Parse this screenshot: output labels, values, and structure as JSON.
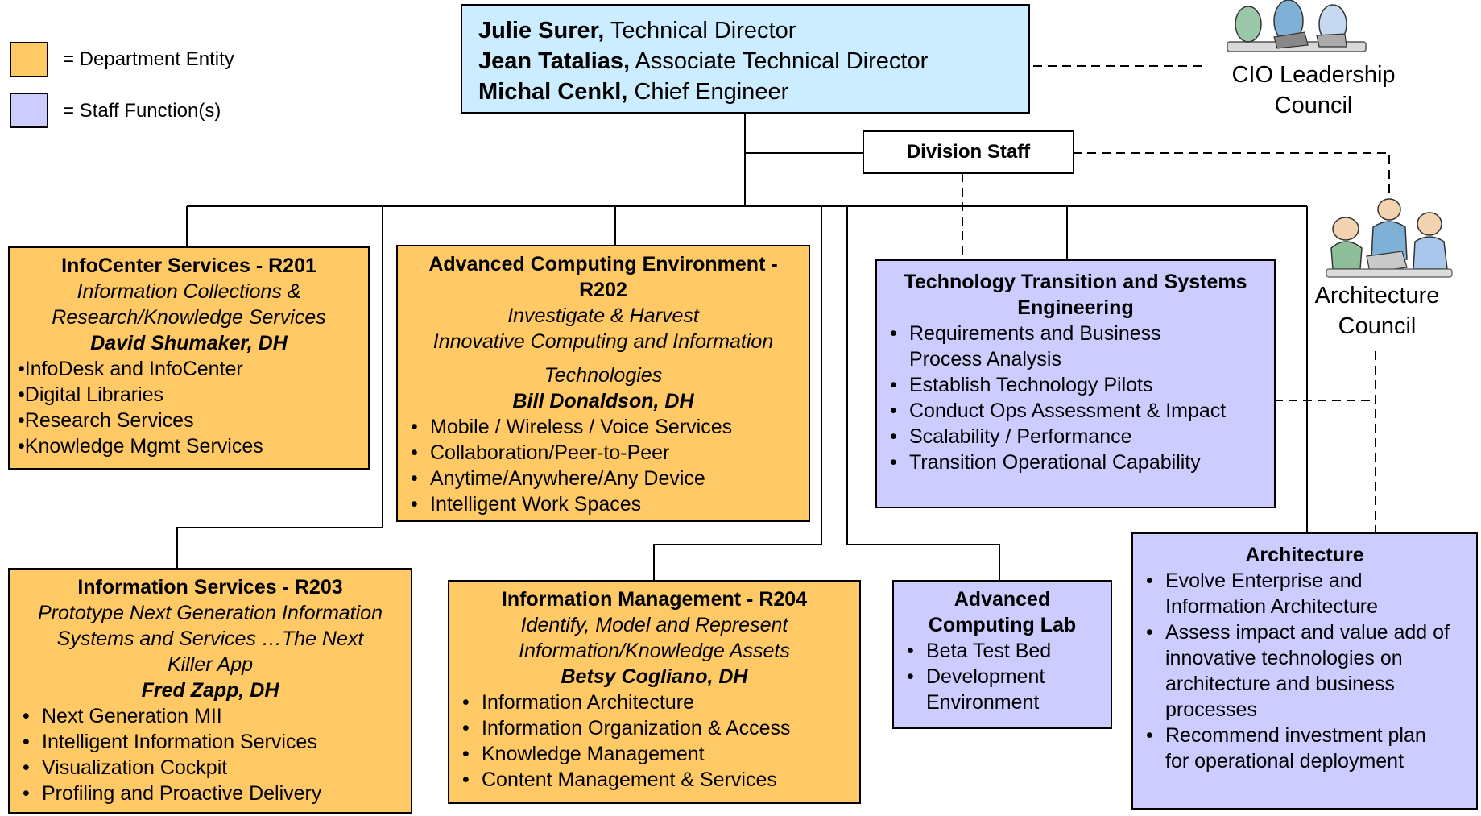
{
  "legend": [
    {
      "label": "= Department Entity",
      "color": "#FFC966"
    },
    {
      "label": "= Staff Function(s)",
      "color": "#CCCCFF"
    }
  ],
  "director": {
    "lines": [
      {
        "name": "Julie Surer,",
        "role": " Technical Director"
      },
      {
        "name": "Jean Tatalias,",
        "role": " Associate Technical Director"
      },
      {
        "name": "Michal Cenkl,",
        "role": " Chief Engineer"
      }
    ]
  },
  "division_staff": "Division Staff",
  "cio_council": {
    "line1": "CIO Leadership",
    "line2": "Council",
    "icon": "meeting-people-icon"
  },
  "arch_council": {
    "line1": "Architecture",
    "line2": "Council",
    "icon": "meeting-people-icon"
  },
  "r201": {
    "title": "InfoCenter Services - R201",
    "sub1": "Information Collections &",
    "sub2": "Research/Knowledge Services",
    "head": "David Shumaker, DH",
    "items": [
      "InfoDesk and InfoCenter",
      "Digital Libraries",
      "Research Services",
      "Knowledge Mgmt Services"
    ]
  },
  "r202": {
    "title1": "Advanced Computing Environment -",
    "title2": "R202",
    "sub1": "Investigate & Harvest",
    "sub2": "Innovative Computing and Information",
    "sub3": "Technologies",
    "head": "Bill Donaldson, DH",
    "items": [
      "Mobile / Wireless / Voice Services",
      "Collaboration/Peer-to-Peer",
      "Anytime/Anywhere/Any Device",
      "Intelligent Work Spaces"
    ]
  },
  "tt": {
    "title1": "Technology Transition and Systems",
    "title2": "Engineering",
    "items": [
      "Requirements and Business Process Analysis",
      "Establish Technology Pilots",
      "Conduct Ops Assessment & Impact",
      "Scalability / Performance",
      "Transition Operational Capability"
    ]
  },
  "r203": {
    "title": "Information Services - R203",
    "sub1": "Prototype Next Generation Information",
    "sub2": "Systems and Services …The Next",
    "sub3": "Killer App",
    "head": "Fred Zapp, DH",
    "items": [
      "Next Generation MII",
      "Intelligent Information Services",
      "Visualization Cockpit",
      "Profiling and Proactive Delivery"
    ]
  },
  "r204": {
    "title": "Information Management - R204",
    "sub1": "Identify, Model and Represent",
    "sub2": "Information/Knowledge Assets",
    "head": "Betsy Cogliano, DH",
    "items": [
      "Information Architecture",
      "Information Organization & Access",
      "Knowledge Management",
      "Content Management & Services"
    ]
  },
  "lab": {
    "title1": "Advanced",
    "title2": "Computing Lab",
    "items": [
      "Beta Test Bed",
      "Development Environment"
    ]
  },
  "arch": {
    "title": "Architecture",
    "items": [
      "Evolve Enterprise and Information Architecture",
      "Assess impact and value add of innovative technologies on architecture and business processes",
      "Recommend investment plan for operational deployment"
    ]
  }
}
